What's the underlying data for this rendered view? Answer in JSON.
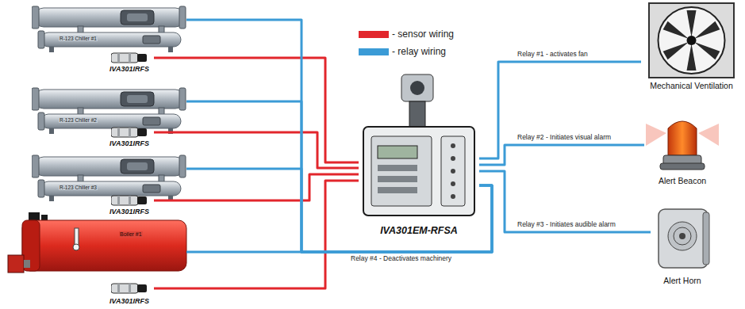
{
  "diagram": {
    "nodes": [
      {
        "text": [
          "R-123 Chiller #1"
        ]
      },
      {
        "text": [
          "IVA301IRFS"
        ]
      },
      {
        "text": [
          "R-123 Chiller #2"
        ]
      },
      {
        "text": [
          "IVA301IRFS"
        ]
      },
      {
        "text": [
          "R-123 Chiller #3"
        ]
      },
      {
        "text": [
          "IVA301IRFS"
        ]
      },
      {
        "text": [
          "Boiler #1"
        ]
      },
      {
        "text": [
          "IVA301IRFS"
        ]
      },
      {
        "text": [
          "IVA301EM-RFSA"
        ]
      },
      {
        "text": [
          "Mechanical Ventilation"
        ]
      },
      {
        "text": [
          "Alert Beacon"
        ]
      },
      {
        "text": [
          "Alert Horn"
        ]
      }
    ],
    "edges": [
      {
        "from": 1,
        "to": 8,
        "arrow": "none"
      },
      {
        "from": 3,
        "to": 8,
        "arrow": "none"
      },
      {
        "from": 5,
        "to": 8,
        "arrow": "none"
      },
      {
        "from": 7,
        "to": 8,
        "arrow": "none"
      },
      {
        "from": 8,
        "to": 9,
        "label": "Relay #1 - activates fan",
        "arrow": "none"
      },
      {
        "from": 8,
        "to": 10,
        "label": "Relay #2 - Initiates visual alarm",
        "arrow": "none"
      },
      {
        "from": 8,
        "to": 11,
        "label": "Relay #3 - Initiates audible alarm",
        "arrow": "none"
      },
      {
        "from": 8,
        "to": 0,
        "arrow": "none"
      },
      {
        "from": 8,
        "to": 2,
        "arrow": "none"
      },
      {
        "from": 8,
        "to": 4,
        "arrow": "none"
      },
      {
        "from": 8,
        "to": 6,
        "label": "Relay #4 - Deactivates machinery",
        "arrow": "none"
      }
    ],
    "legend": [
      {
        "text": "- sensor wiring",
        "color": "#e2262c"
      },
      {
        "text": "- relay wiring",
        "color": "#3b9bd6"
      }
    ]
  }
}
